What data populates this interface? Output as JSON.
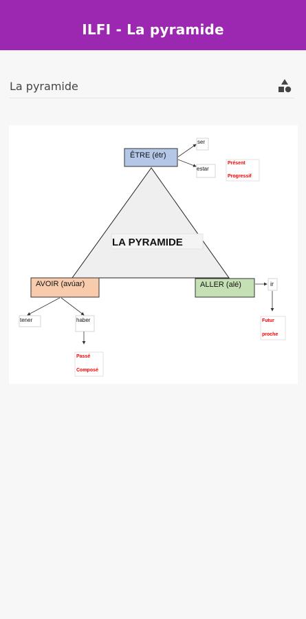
{
  "app_bar": {
    "title": "ILFI - La pyramide"
  },
  "list": {
    "item_label": "La pyramide",
    "icon": "shapes-icon"
  },
  "diagram": {
    "center": "LA PYRAMIDE",
    "etre": "ÊTRE (étr)",
    "avoir": "AVOIR (avúar)",
    "aller": "ALLER (alé)",
    "ser": "ser",
    "estar": "estar",
    "present_progressif_line1": "Présent",
    "present_progressif_line2": "Progressif",
    "tener": "tener",
    "haber": "haber",
    "passe_compose_line1": "Passé",
    "passe_compose_line2": "Composé",
    "ir": "ir",
    "futur_proche_line1": "Futur",
    "futur_proche_line2": "proche",
    "colors": {
      "etre": "#b4c7e7",
      "avoir": "#f8cbad",
      "aller": "#c5e0b4",
      "triangle": "#efefef",
      "red_text": "#ff0000"
    }
  }
}
